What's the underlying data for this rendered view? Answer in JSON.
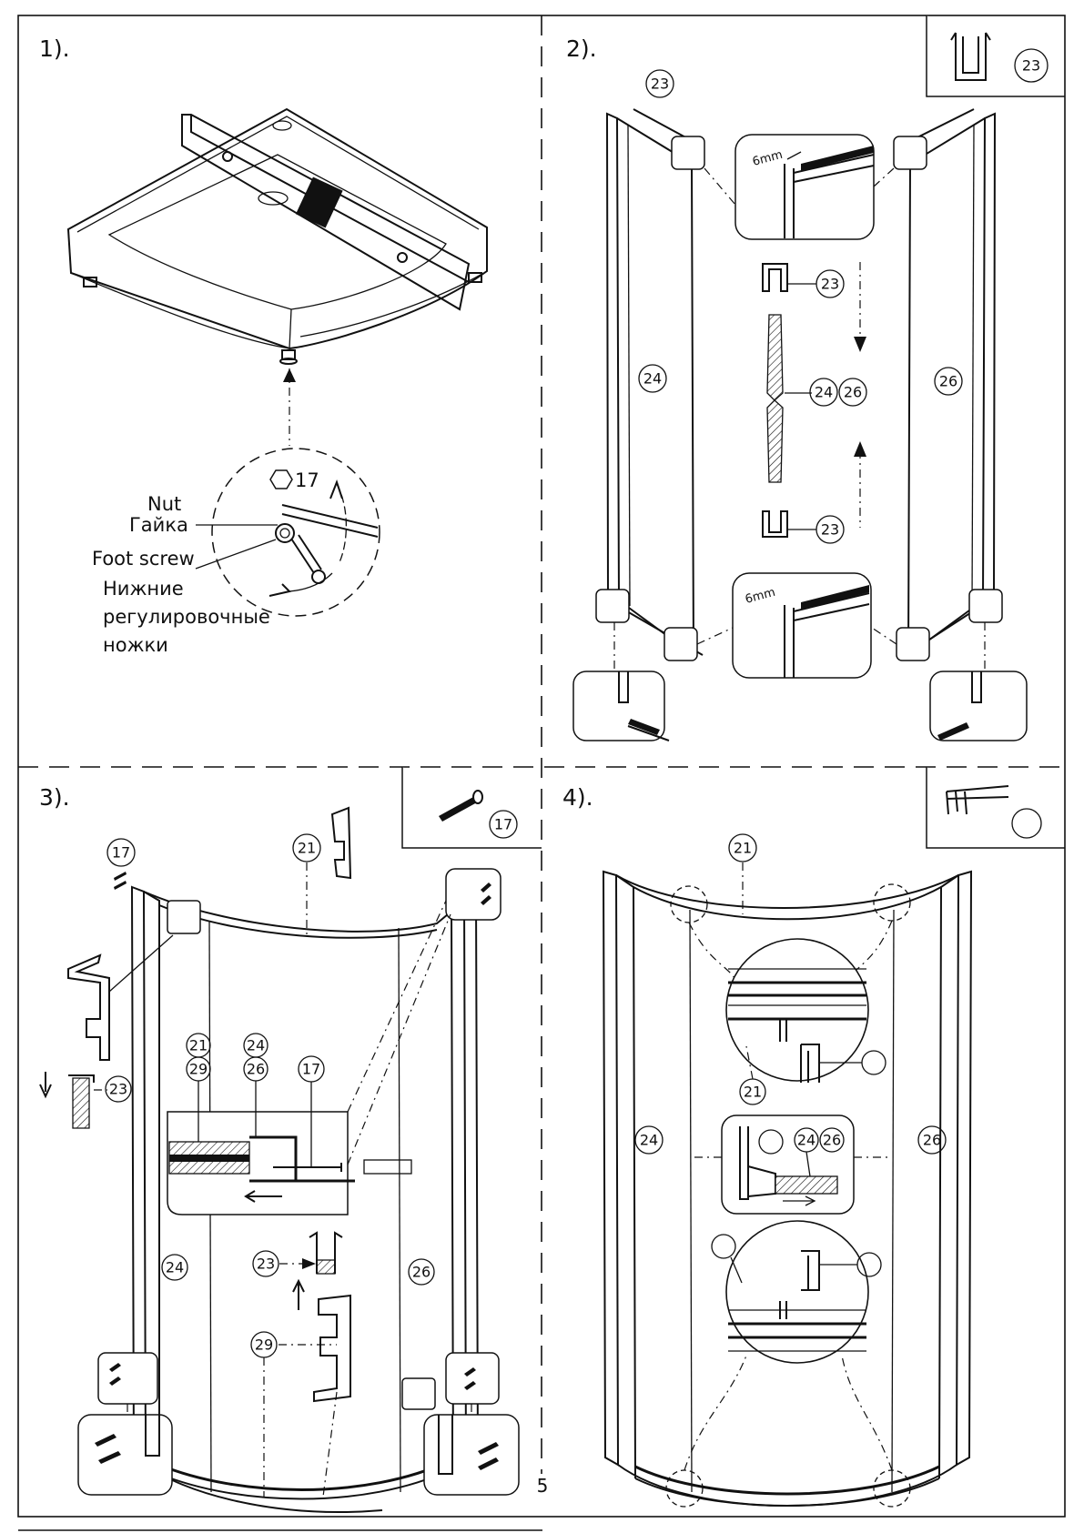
{
  "panels": [
    {
      "step": "1)."
    },
    {
      "step": "2)."
    },
    {
      "step": "3)."
    },
    {
      "step": "4)."
    }
  ],
  "panel1": {
    "part_17": "17",
    "nut_en": "Nut",
    "nut_ru": "Гайка",
    "foot_en": "Foot screw",
    "foot_ru_1": "Нижние",
    "foot_ru_2": "регулировочные",
    "foot_ru_3": "ножки"
  },
  "panel2": {
    "corner_part": "23",
    "n23": "23",
    "n24": "24",
    "n26": "26",
    "gap": "6mm"
  },
  "panel3": {
    "corner_part": "17",
    "n17": "17",
    "n21": "21",
    "n23": "23",
    "n24": "24",
    "n26": "26",
    "n29": "29"
  },
  "panel4": {
    "n21": "21",
    "n24": "24",
    "n26": "26"
  },
  "page_number": "5"
}
